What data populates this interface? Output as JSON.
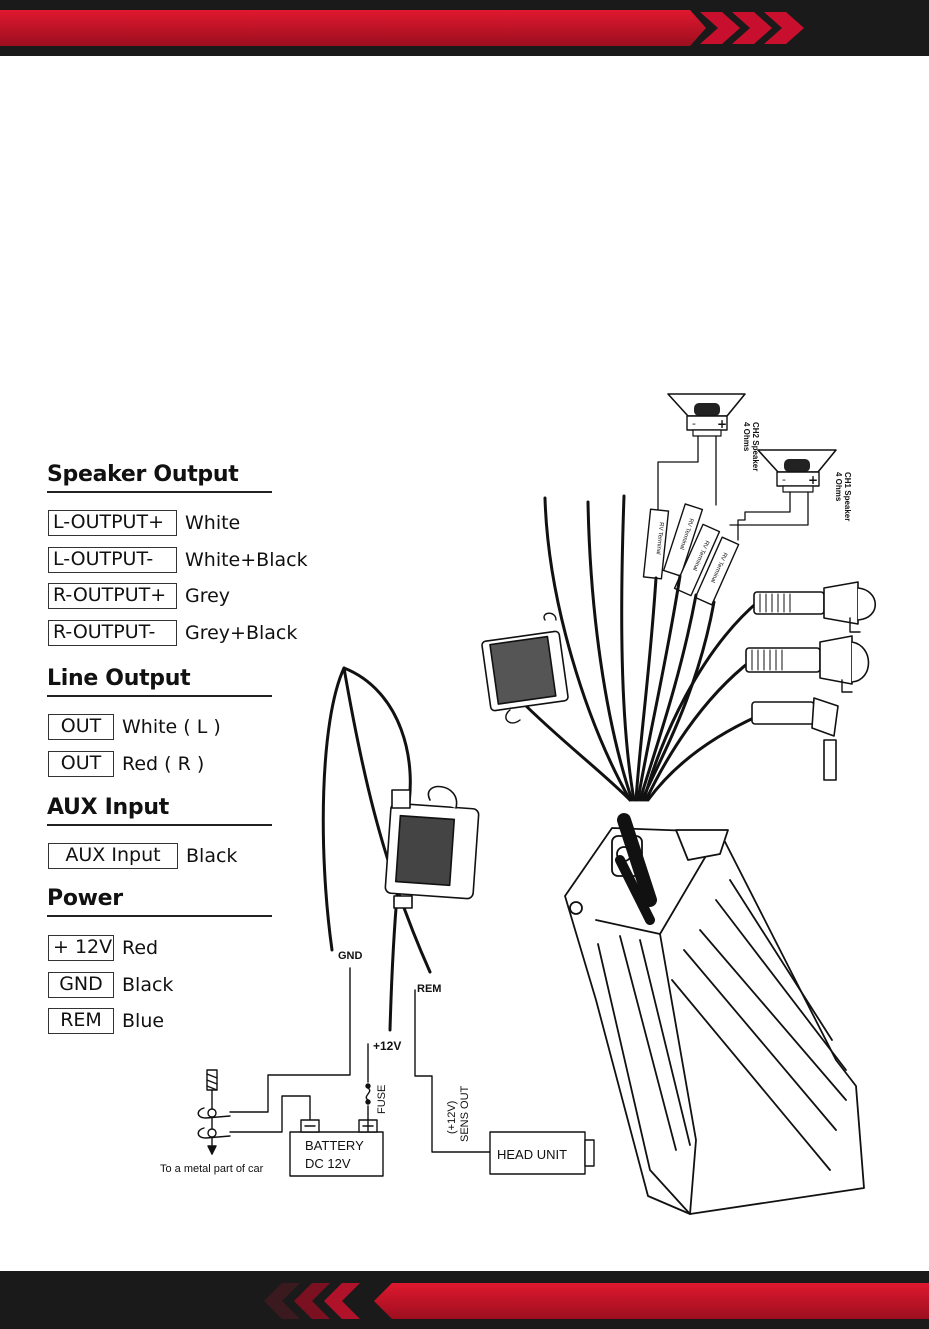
{
  "sections": {
    "speaker_output": {
      "title": "Speaker Output",
      "rows": [
        {
          "terminal": "L-OUTPUT+",
          "color": "White"
        },
        {
          "terminal": "L-OUTPUT-",
          "color": "White+Black"
        },
        {
          "terminal": "R-OUTPUT+",
          "color": "Grey"
        },
        {
          "terminal": "R-OUTPUT-",
          "color": "Grey+Black"
        }
      ]
    },
    "line_output": {
      "title": "Line Output",
      "rows": [
        {
          "terminal": "OUT",
          "color": "White ( L )"
        },
        {
          "terminal": "OUT",
          "color": "Red ( R )"
        }
      ]
    },
    "aux_input": {
      "title": "AUX Input",
      "rows": [
        {
          "terminal": "AUX Input",
          "color": "Black"
        }
      ]
    },
    "power": {
      "title": "Power",
      "rows": [
        {
          "terminal": "+ 12V",
          "color": "Red"
        },
        {
          "terminal": "GND",
          "color": "Black"
        },
        {
          "terminal": "REM",
          "color": "Blue"
        }
      ]
    }
  },
  "diagram": {
    "ch2_speaker": {
      "line1": "4 Ohms",
      "line2": "CH2 Speaker"
    },
    "ch1_speaker": {
      "line1": "4 Ohms",
      "line2": "CH1 Speaker"
    },
    "terminal_label": "RV Terminal",
    "gnd": "GND",
    "rem": "REM",
    "plus12v": "+12V",
    "fuse": "FUSE",
    "sens_out_1": "(+12V)",
    "sens_out_2": "SENS OUT",
    "battery_1": "BATTERY",
    "battery_2": "DC 12V",
    "head_unit": "HEAD UNIT",
    "ground_note": "To a metal part of car"
  },
  "colors": {
    "band_red": "#c8102e",
    "band_dark": "#1a1a1a",
    "line": "#111111"
  }
}
